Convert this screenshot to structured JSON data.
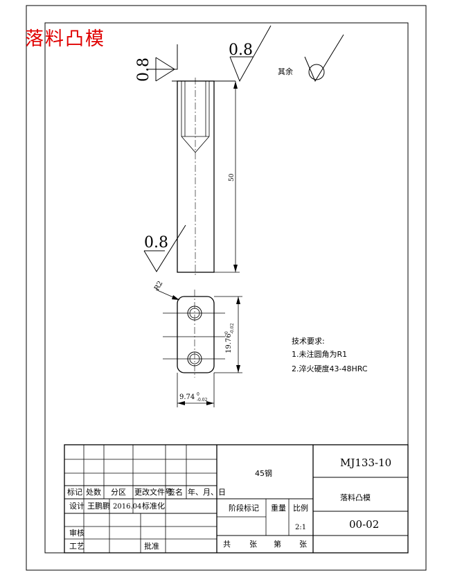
{
  "drawing_title": "落料凸模",
  "roughness": {
    "top_left": "0.8",
    "top_right": "0.8",
    "side": "0.8",
    "rest_label": "其余"
  },
  "dimensions": {
    "length": "50",
    "radius": "R2",
    "height": "19.76",
    "height_tol_upper": "0",
    "height_tol_lower": "-0.02",
    "width": "9.74",
    "width_tol_upper": "0",
    "width_tol_lower": "-0.02"
  },
  "tech_requirements": {
    "title": "技术要求:",
    "items": [
      "1.未注圆角为R1",
      "2.淬火硬度43-48HRC"
    ]
  },
  "title_block": {
    "material": "45钢",
    "drawing_number": "MJ133-10",
    "part_name": "落料凸模",
    "code": "00-02",
    "header_cells": [
      "标记",
      "处数",
      "分区",
      "更改文件号",
      "签名",
      "年、月、日"
    ],
    "designer_label": "设计",
    "designer_name": "王鹏鹏",
    "design_date": "2016.04",
    "standardization_label": "标准化",
    "stage_mark_label": "阶段标记",
    "weight_label": "重量",
    "scale_label": "比例",
    "scale_value": "2:1",
    "review_label": "审核",
    "process_label": "工艺",
    "approve_label": "批准",
    "total_label": "共",
    "sheet_unit_label": "张",
    "page_label": "第",
    "page_unit_label": "张"
  }
}
